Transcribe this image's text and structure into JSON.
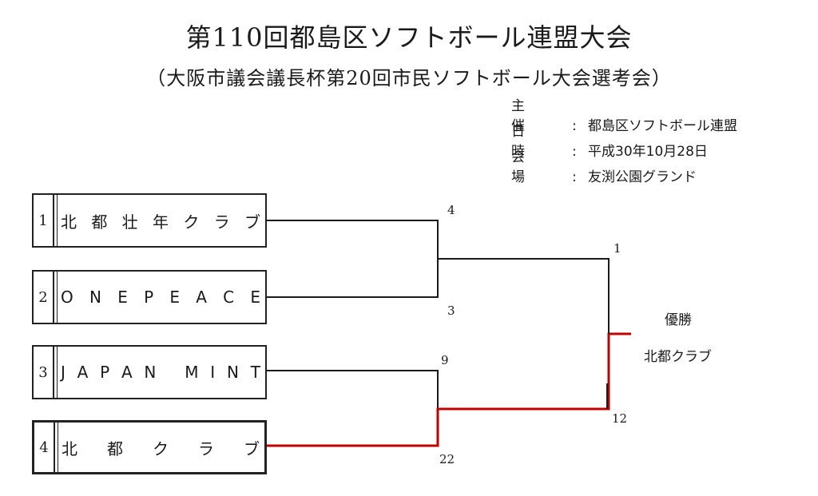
{
  "header": {
    "title": "第110回都島区ソフトボール連盟大会",
    "subtitle": "（大阪市議会議長杯第20回市民ソフトボール大会選考会）"
  },
  "info": [
    {
      "label": "主 催",
      "value": "都島区ソフトボール連盟"
    },
    {
      "label": "日 時",
      "value": "平成30年10月28日"
    },
    {
      "label": "会 場",
      "value": "友渕公園グランド"
    }
  ],
  "teams": [
    {
      "seed": "1",
      "name": "北都壮年クラブ"
    },
    {
      "seed": "2",
      "name": "ONEPEACE"
    },
    {
      "seed": "3",
      "name": "JAPAN MINT"
    },
    {
      "seed": "4",
      "name": "北都クラブ"
    }
  ],
  "scores": {
    "semi1_top": "4",
    "semi1_bottom": "3",
    "semi2_top": "9",
    "semi2_bottom": "22",
    "final_top": "1",
    "final_bottom": "12"
  },
  "champion": {
    "label": "優勝",
    "name": "北都クラブ"
  },
  "colors": {
    "line": "#1a1a1a",
    "winner_line": "#c00000"
  }
}
